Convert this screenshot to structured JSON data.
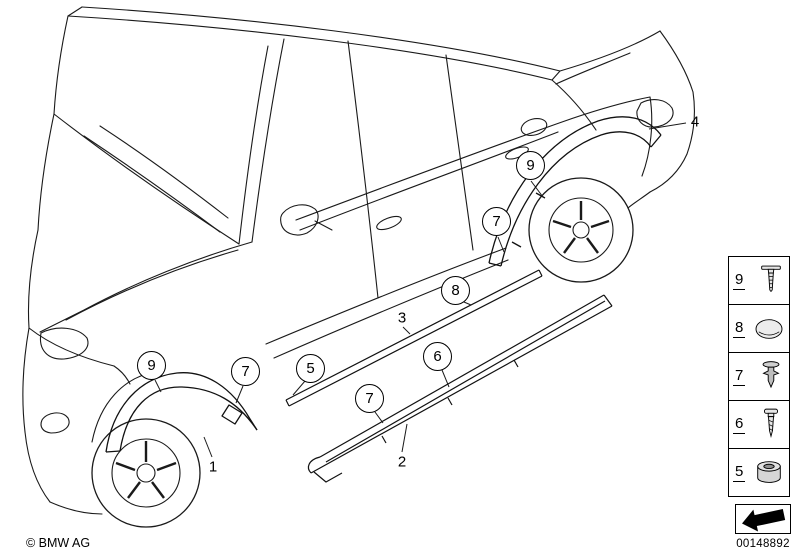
{
  "diagram": {
    "copyright": "© BMW AG",
    "doc_number": "00148892",
    "colors": {
      "line": "#1a1a1a",
      "background": "#ffffff"
    }
  },
  "callouts": {
    "circled": [
      {
        "label": "9"
      },
      {
        "label": "7"
      },
      {
        "label": "8"
      },
      {
        "label": "5"
      },
      {
        "label": "6"
      },
      {
        "label": "7"
      },
      {
        "label": "9"
      },
      {
        "label": "7"
      }
    ],
    "plain": [
      {
        "label": "1"
      },
      {
        "label": "2"
      },
      {
        "label": "3"
      },
      {
        "label": "4"
      }
    ]
  },
  "legend": {
    "items": [
      {
        "number": "9",
        "icon": "screw-icon"
      },
      {
        "number": "8",
        "icon": "cover-cap-icon"
      },
      {
        "number": "7",
        "icon": "expansion-rivet-icon"
      },
      {
        "number": "6",
        "icon": "screw-icon"
      },
      {
        "number": "5",
        "icon": "grommet-icon"
      }
    ]
  }
}
